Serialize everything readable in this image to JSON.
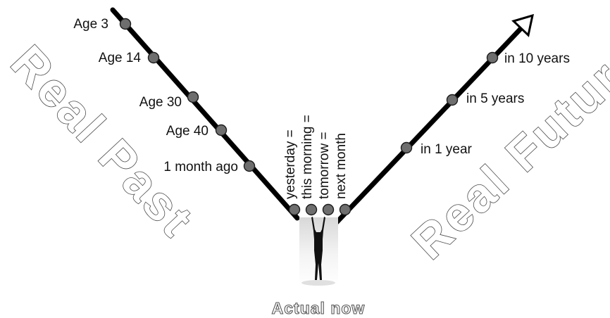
{
  "past_title": "Real Past",
  "future_title": "Real Future",
  "now_caption": "Actual now",
  "past_markers": [
    {
      "label": "Age 3"
    },
    {
      "label": "Age 14"
    },
    {
      "label": "Age 30"
    },
    {
      "label": "Age 40"
    },
    {
      "label": "1 month ago"
    }
  ],
  "near_markers": [
    {
      "label": "yesterday ="
    },
    {
      "label": "this morning ="
    },
    {
      "label": "tomorrow ="
    },
    {
      "label": "next month"
    }
  ],
  "future_markers": [
    {
      "label": "in 1 year"
    },
    {
      "label": "in 5 years"
    },
    {
      "label": "in 10 years"
    }
  ],
  "icons": {
    "now_figure": "person-arms-raised-icon",
    "future_arrow": "arrow-head-icon"
  }
}
